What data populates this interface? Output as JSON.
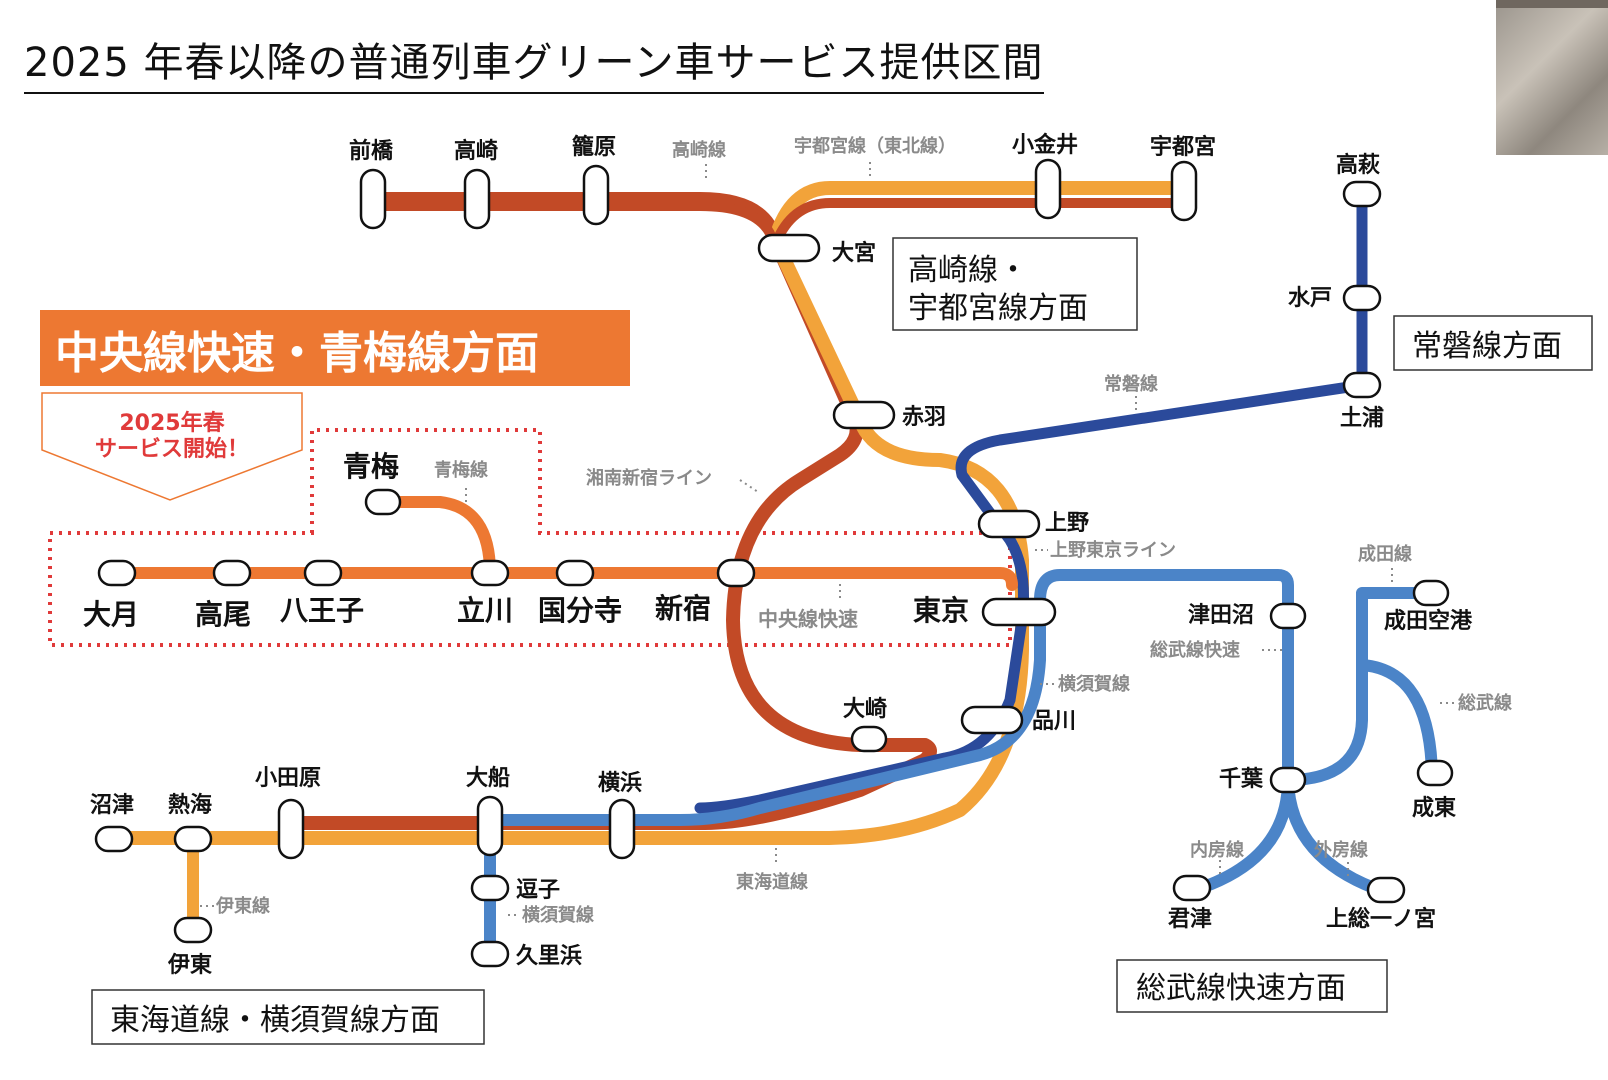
{
  "title": "2025 年春以降の普通列車グリーン車サービス提供区間",
  "colors": {
    "chuo": "#ED7832",
    "takasaki_dark": "#C24A26",
    "tokaido": "#F2A33A",
    "joban": "#2B4A9B",
    "sobu": "#4B84C8",
    "notice_red": "#E03A3A",
    "region_box_bg": "#ED7832"
  },
  "regions": {
    "chuo": "中央線快速・青梅線方面",
    "takasaki": "高崎線・\n宇都宮線方面",
    "joban": "常磐線方面",
    "sobu": "総武線快速方面",
    "tokaido": "東海道線・横須賀線方面"
  },
  "notice": [
    "2025年春",
    "サービス開始！"
  ],
  "stations": {
    "maebashi": "前橋",
    "takasaki": "高崎",
    "kagohara": "籠原",
    "koganei": "小金井",
    "utsunomiya": "宇都宮",
    "omiya": "大宮",
    "akabane": "赤羽",
    "ueno": "上野",
    "tokyo": "東京",
    "shinagawa": "品川",
    "osaki": "大崎",
    "shinjuku": "新宿",
    "kokubunji": "国分寺",
    "tachikawa": "立川",
    "hachioji": "八王子",
    "takao": "高尾",
    "otsuki": "大月",
    "ome": "青梅",
    "takahagi": "高萩",
    "mito": "水戸",
    "tsuchiura": "土浦",
    "tsudanuma": "津田沼",
    "narita_airport": "成田空港",
    "chiba": "千葉",
    "naruto": "成東",
    "kimitsu": "君津",
    "kazusa_ichinomiya": "上総一ノ宮",
    "yokohama": "横浜",
    "ofuna": "大船",
    "zushi": "逗子",
    "kurihama": "久里浜",
    "odawara": "小田原",
    "atami": "熱海",
    "numazu": "沼津",
    "ito": "伊東"
  },
  "lines": {
    "takasaki": "高崎線",
    "utsunomiya": "宇都宮線（東北線）",
    "joban": "常磐線",
    "ome": "青梅線",
    "shonan_shinjuku": "湘南新宿ライン",
    "ueno_tokyo": "上野東京ライン",
    "chuo_rapid": "中央線快速",
    "yokosuka": "横須賀線",
    "yokosuka2": "横須賀線",
    "tokaido": "東海道線",
    "ito": "伊東線",
    "narita": "成田線",
    "sobu_rapid": "総武線快速",
    "sobu": "総武線",
    "uchibo": "内房線",
    "sotobo": "外房線"
  }
}
